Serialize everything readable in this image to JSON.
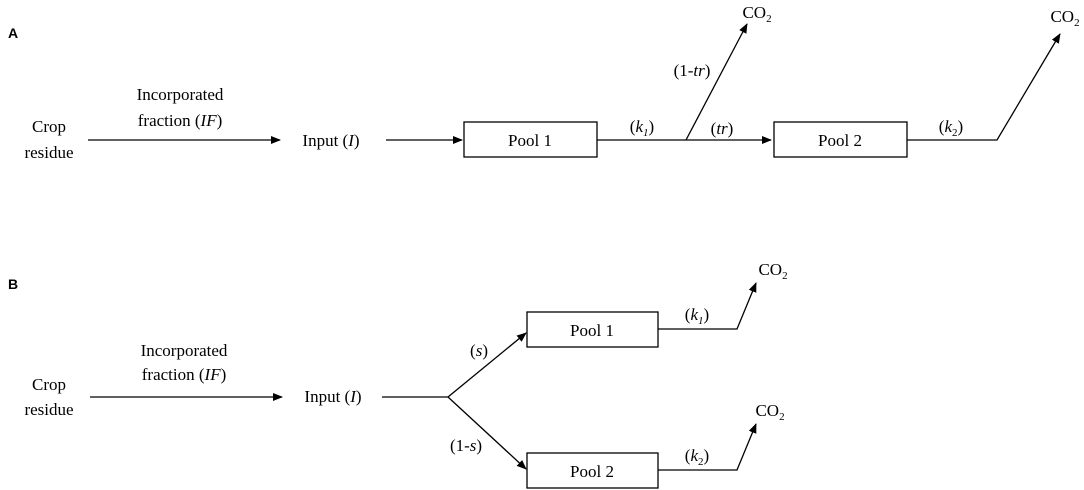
{
  "panel_a": {
    "letter": "A",
    "crop_residue": [
      "Crop",
      "residue"
    ],
    "incorporated_fraction": "Incorporated",
    "fraction_prefix": "fraction (",
    "if_symbol": "IF",
    "paren_close": ")",
    "input_prefix": "Input (",
    "input_symbol": "I",
    "pool1": "Pool 1",
    "pool2": "Pool 2",
    "k1_open": "(",
    "k1_symbol": "k",
    "k1_sub": "1",
    "k1_close": ")",
    "one_minus_tr_prefix": "(1-",
    "tr_symbol": "tr",
    "tr_open": "(",
    "k2_open": "(",
    "k2_symbol": "k",
    "k2_sub": "2",
    "k2_close": ")",
    "co2_main": "CO",
    "co2_sub": "2"
  },
  "panel_b": {
    "letter": "B",
    "crop_residue": [
      "Crop",
      "residue"
    ],
    "incorporated_fraction": "Incorporated",
    "fraction_prefix": "fraction (",
    "if_symbol": "IF",
    "paren_close": ")",
    "input_prefix": "Input (",
    "input_symbol": "I",
    "pool1": "Pool 1",
    "pool2": "Pool 2",
    "s_symbol": "s",
    "one_minus_s_prefix": "(1-",
    "k1_symbol": "k",
    "k1_sub": "1",
    "k2_symbol": "k",
    "k2_sub": "2",
    "co2_main": "CO",
    "co2_sub": "2"
  }
}
